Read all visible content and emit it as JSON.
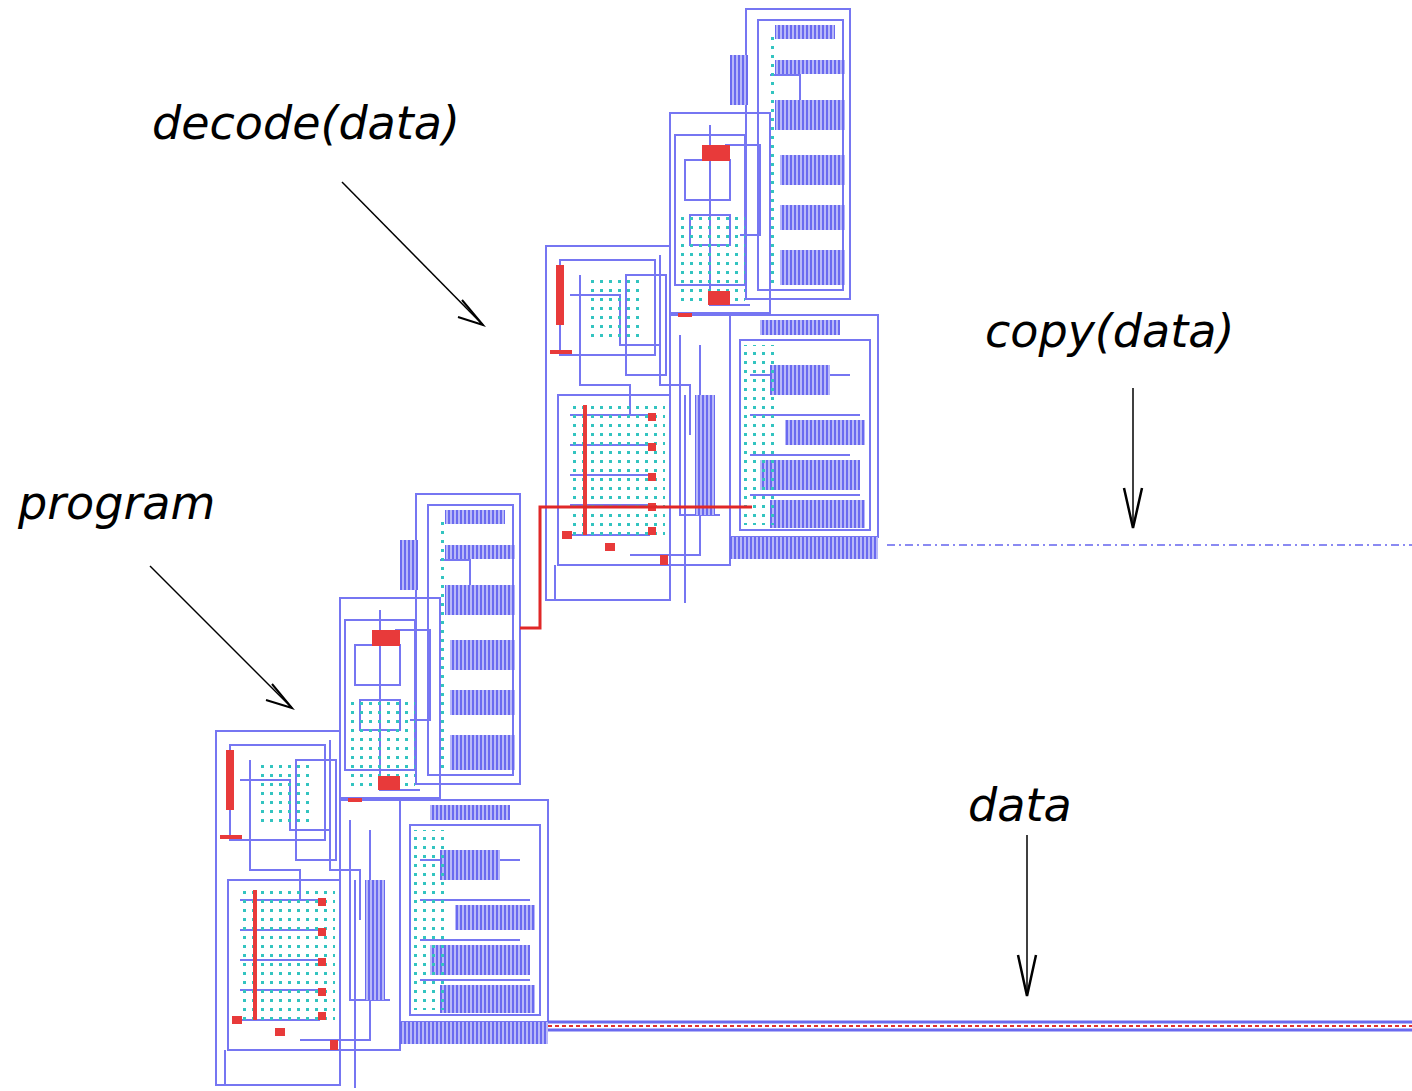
{
  "diagram": {
    "labels": [
      "decode(data)",
      "copy(data)",
      "program",
      "data"
    ]
  }
}
